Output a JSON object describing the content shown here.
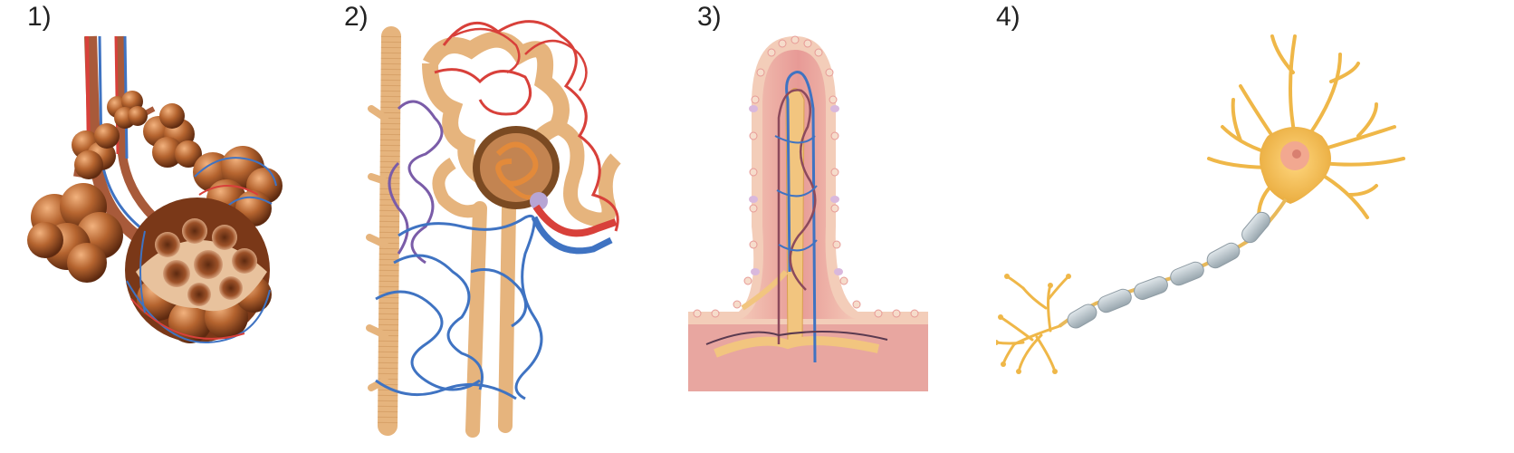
{
  "panels": [
    {
      "label": "1)",
      "illustration": "lung-alveoli-illustration"
    },
    {
      "label": "2)",
      "illustration": "kidney-nephron-illustration"
    },
    {
      "label": "3)",
      "illustration": "intestinal-villus-illustration"
    },
    {
      "label": "4)",
      "illustration": "neuron-illustration"
    }
  ],
  "colors": {
    "tissue_brown": "#9c5128",
    "tissue_light": "#e7a06a",
    "artery_red": "#d8403a",
    "vein_blue": "#3f73c2",
    "tubule_tan": "#e6b47d",
    "villus_pink": "#e79a96",
    "neuron_yellow": "#efb748",
    "myelin_gray": "#b9c5cc"
  }
}
